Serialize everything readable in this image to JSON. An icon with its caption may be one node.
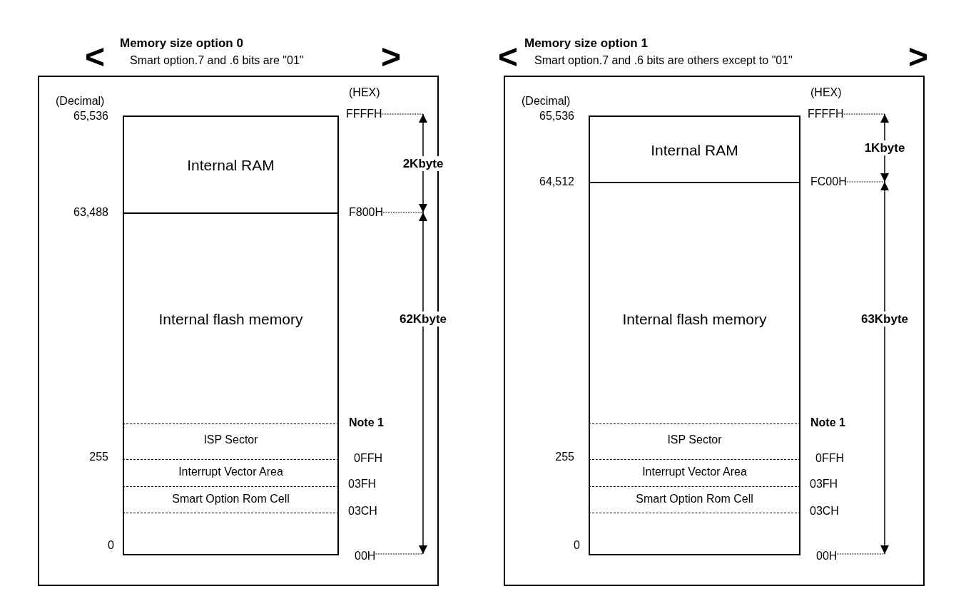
{
  "diagram": {
    "nodes": [
      {
        "text": [
          "Memory size option 0",
          "Smart option.7 and .6 bits are \"01\""
        ]
      },
      {
        "text": [
          "Internal RAM"
        ],
        "in": 0
      },
      {
        "text": [
          "Internal flash memory"
        ],
        "in": 0
      },
      {
        "text": [
          "ISP Sector"
        ],
        "in": 2
      },
      {
        "text": [
          "Interrupt Vector Area"
        ],
        "in": 2
      },
      {
        "text": [
          "Smart Option Rom Cell"
        ],
        "in": 2
      },
      {
        "text": [
          "Memory size option 1",
          "Smart option.7 and .6 bits are others except to \"01\""
        ]
      },
      {
        "text": [
          "Internal RAM"
        ],
        "in": 6
      },
      {
        "text": [
          "Internal flash memory"
        ],
        "in": 6
      },
      {
        "text": [
          "ISP Sector"
        ],
        "in": 8
      },
      {
        "text": [
          "Interrupt Vector Area"
        ],
        "in": 8
      },
      {
        "text": [
          "Smart Option Rom Cell"
        ],
        "in": 8
      }
    ],
    "labels": [
      "<",
      ">",
      "(Decimal)",
      "(HEX)",
      "65,536",
      "FFFFH",
      "2Kbyte",
      "63,488",
      "F800H",
      "62Kbyte",
      "Note 1",
      "255",
      "0FFH",
      "03FH",
      "03CH",
      "0",
      "00H",
      "<",
      ">",
      "(Decimal)",
      "(HEX)",
      "65,536",
      "FFFFH",
      "1Kbyte",
      "64,512",
      "FC00H",
      "63Kbyte",
      "Note 1",
      "255",
      "0FFH",
      "03FH",
      "03CH",
      "0",
      "00H"
    ]
  }
}
